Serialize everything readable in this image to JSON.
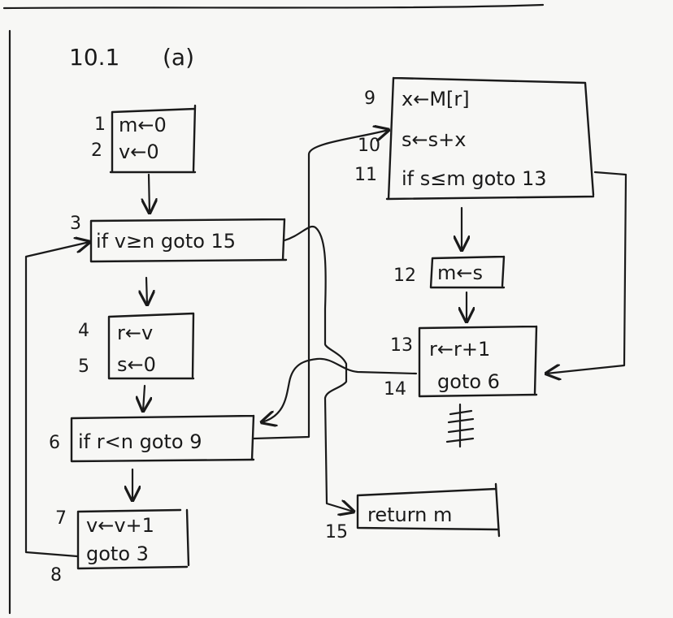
{
  "title": "10.1",
  "subtitle": "(a)",
  "blocks": [
    {
      "id": "b1",
      "lines": [
        "m←0",
        "v←0"
      ],
      "line_numbers": [
        "1",
        "2"
      ]
    },
    {
      "id": "b3",
      "lines": [
        "if v≥n goto 15"
      ],
      "line_numbers": [
        "3"
      ]
    },
    {
      "id": "b4",
      "lines": [
        "r←v",
        "s←0"
      ],
      "line_numbers": [
        "4",
        "5"
      ]
    },
    {
      "id": "b6",
      "lines": [
        "if r<n goto 9"
      ],
      "line_numbers": [
        "6"
      ]
    },
    {
      "id": "b7",
      "lines": [
        "v←v+1",
        "goto 3"
      ],
      "line_numbers": [
        "7",
        "8"
      ]
    },
    {
      "id": "b9",
      "lines": [
        "x←M[r]",
        "s←s+x",
        "if s≤m goto 13"
      ],
      "line_numbers": [
        "9",
        "10",
        "11"
      ]
    },
    {
      "id": "b12",
      "lines": [
        "m←s"
      ],
      "line_numbers": [
        "12"
      ]
    },
    {
      "id": "b13",
      "lines": [
        "r←r+1",
        "goto 6"
      ],
      "line_numbers": [
        "13",
        "14"
      ]
    },
    {
      "id": "b15",
      "lines": [
        "return m"
      ],
      "line_numbers": [
        "15"
      ]
    }
  ],
  "colors": {
    "ink": "#1a1a1a",
    "paper": "#f7f7f5"
  }
}
